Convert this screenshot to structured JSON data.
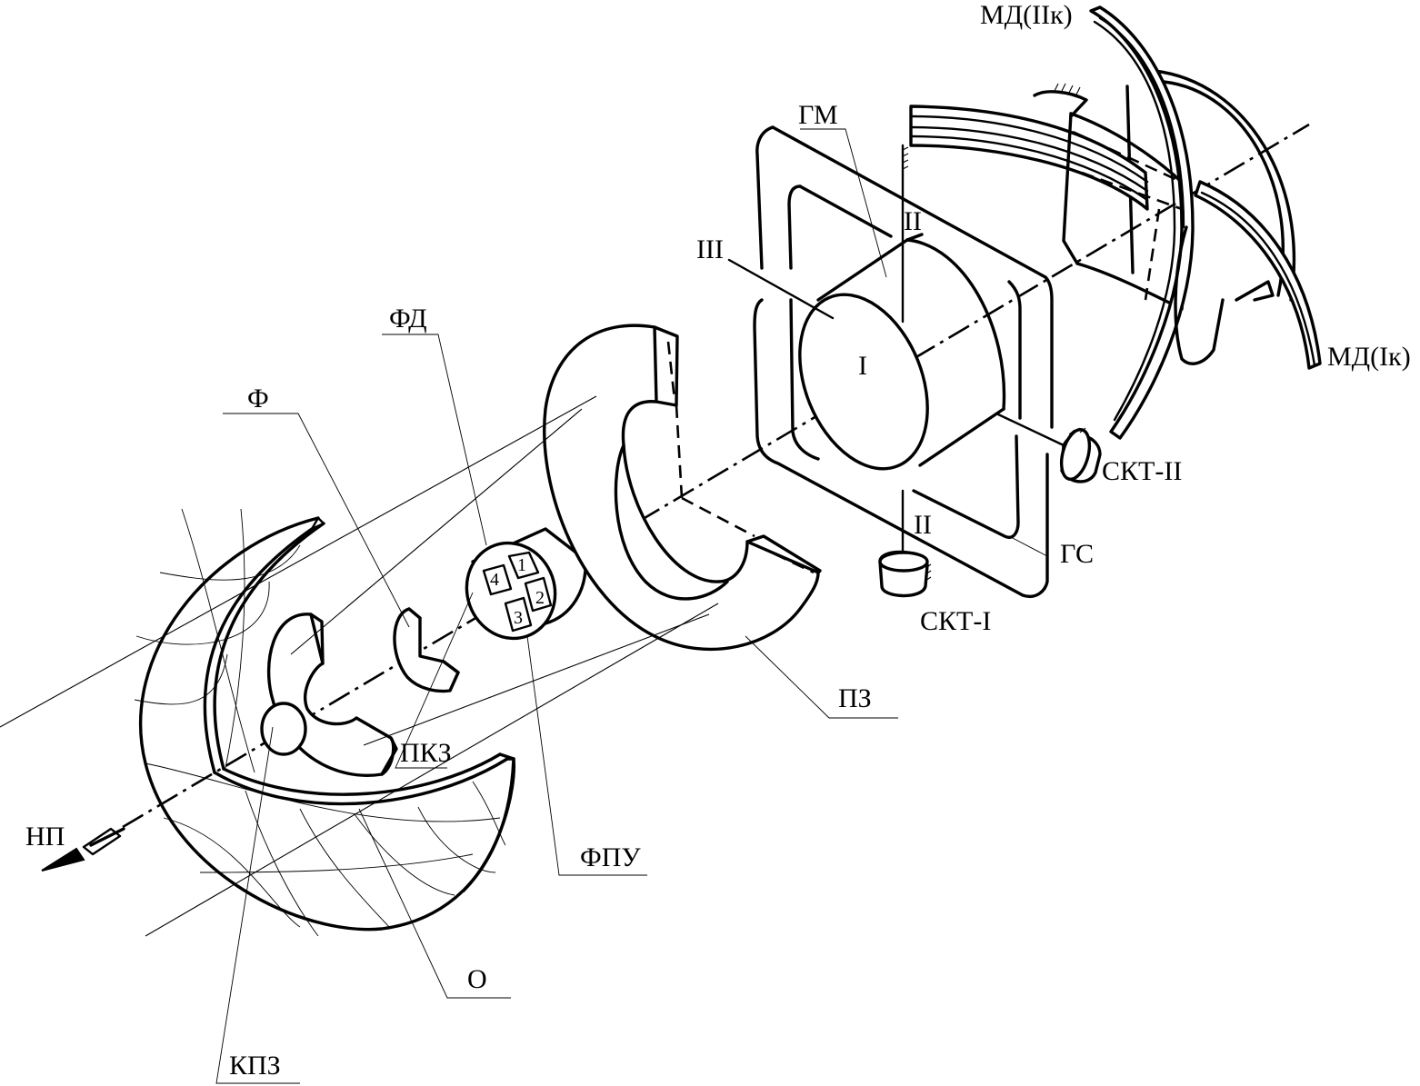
{
  "labels": {
    "md2k": "МД(IIк)",
    "md1k": "МД(Iк)",
    "gm": "ГМ",
    "iii": "III",
    "ii_top": "II",
    "ii_bottom": "II",
    "i": "I",
    "fd": "ФД",
    "f": "Ф",
    "skt2": "СКТ-II",
    "skt1": "СКТ-I",
    "gs": "ГС",
    "pz": "ПЗ",
    "pkz": "ПКЗ",
    "np": "НП",
    "fpu": "ФПУ",
    "o": "О",
    "kpz": "КПЗ"
  },
  "detector_cells": [
    "1",
    "2",
    "3",
    "4"
  ],
  "colors": {
    "ink": "#000000",
    "paper": "#ffffff"
  }
}
